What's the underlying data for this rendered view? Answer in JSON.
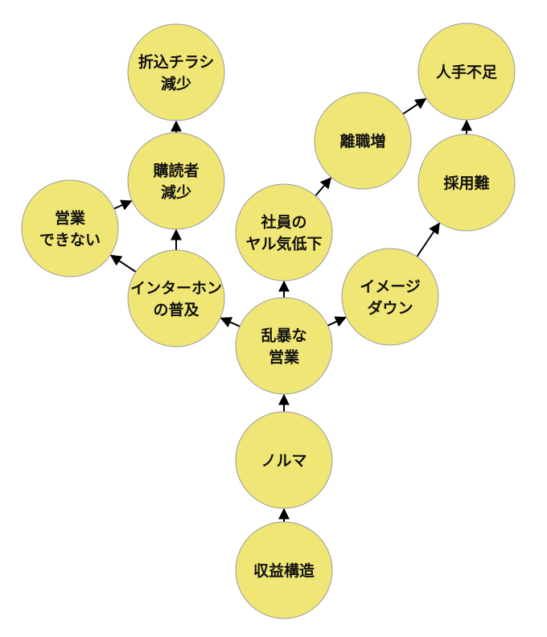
{
  "colors": {
    "node_fill": "#f0e676",
    "node_stroke": "#9a9a9a",
    "edge": "#000000"
  },
  "nodes": [
    {
      "id": "shueki",
      "lines": [
        "収益構造"
      ]
    },
    {
      "id": "noruma",
      "lines": [
        "ノルマ"
      ]
    },
    {
      "id": "ranbo",
      "lines": [
        "乱暴な",
        "営業"
      ]
    },
    {
      "id": "intercom",
      "lines": [
        "インターホン",
        "の普及"
      ]
    },
    {
      "id": "eigyo",
      "lines": [
        "営業",
        "できない"
      ]
    },
    {
      "id": "kodoku",
      "lines": [
        "購読者",
        "減少"
      ]
    },
    {
      "id": "chirashi",
      "lines": [
        "折込チラシ",
        "減少"
      ]
    },
    {
      "id": "shain",
      "lines": [
        "社員の",
        "ヤル気低下"
      ]
    },
    {
      "id": "rishoku",
      "lines": [
        "離職増"
      ]
    },
    {
      "id": "jinshu",
      "lines": [
        "人手不足"
      ]
    },
    {
      "id": "image",
      "lines": [
        "イメージ",
        "ダウン"
      ]
    },
    {
      "id": "saiyo",
      "lines": [
        "採用難"
      ]
    }
  ],
  "edges": [
    {
      "from": "shueki",
      "to": "noruma"
    },
    {
      "from": "noruma",
      "to": "ranbo"
    },
    {
      "from": "ranbo",
      "to": "intercom"
    },
    {
      "from": "ranbo",
      "to": "shain"
    },
    {
      "from": "ranbo",
      "to": "image"
    },
    {
      "from": "intercom",
      "to": "eigyo"
    },
    {
      "from": "intercom",
      "to": "kodoku"
    },
    {
      "from": "eigyo",
      "to": "kodoku"
    },
    {
      "from": "kodoku",
      "to": "chirashi"
    },
    {
      "from": "shain",
      "to": "rishoku"
    },
    {
      "from": "rishoku",
      "to": "jinshu"
    },
    {
      "from": "image",
      "to": "saiyo"
    },
    {
      "from": "saiyo",
      "to": "jinshu"
    }
  ]
}
